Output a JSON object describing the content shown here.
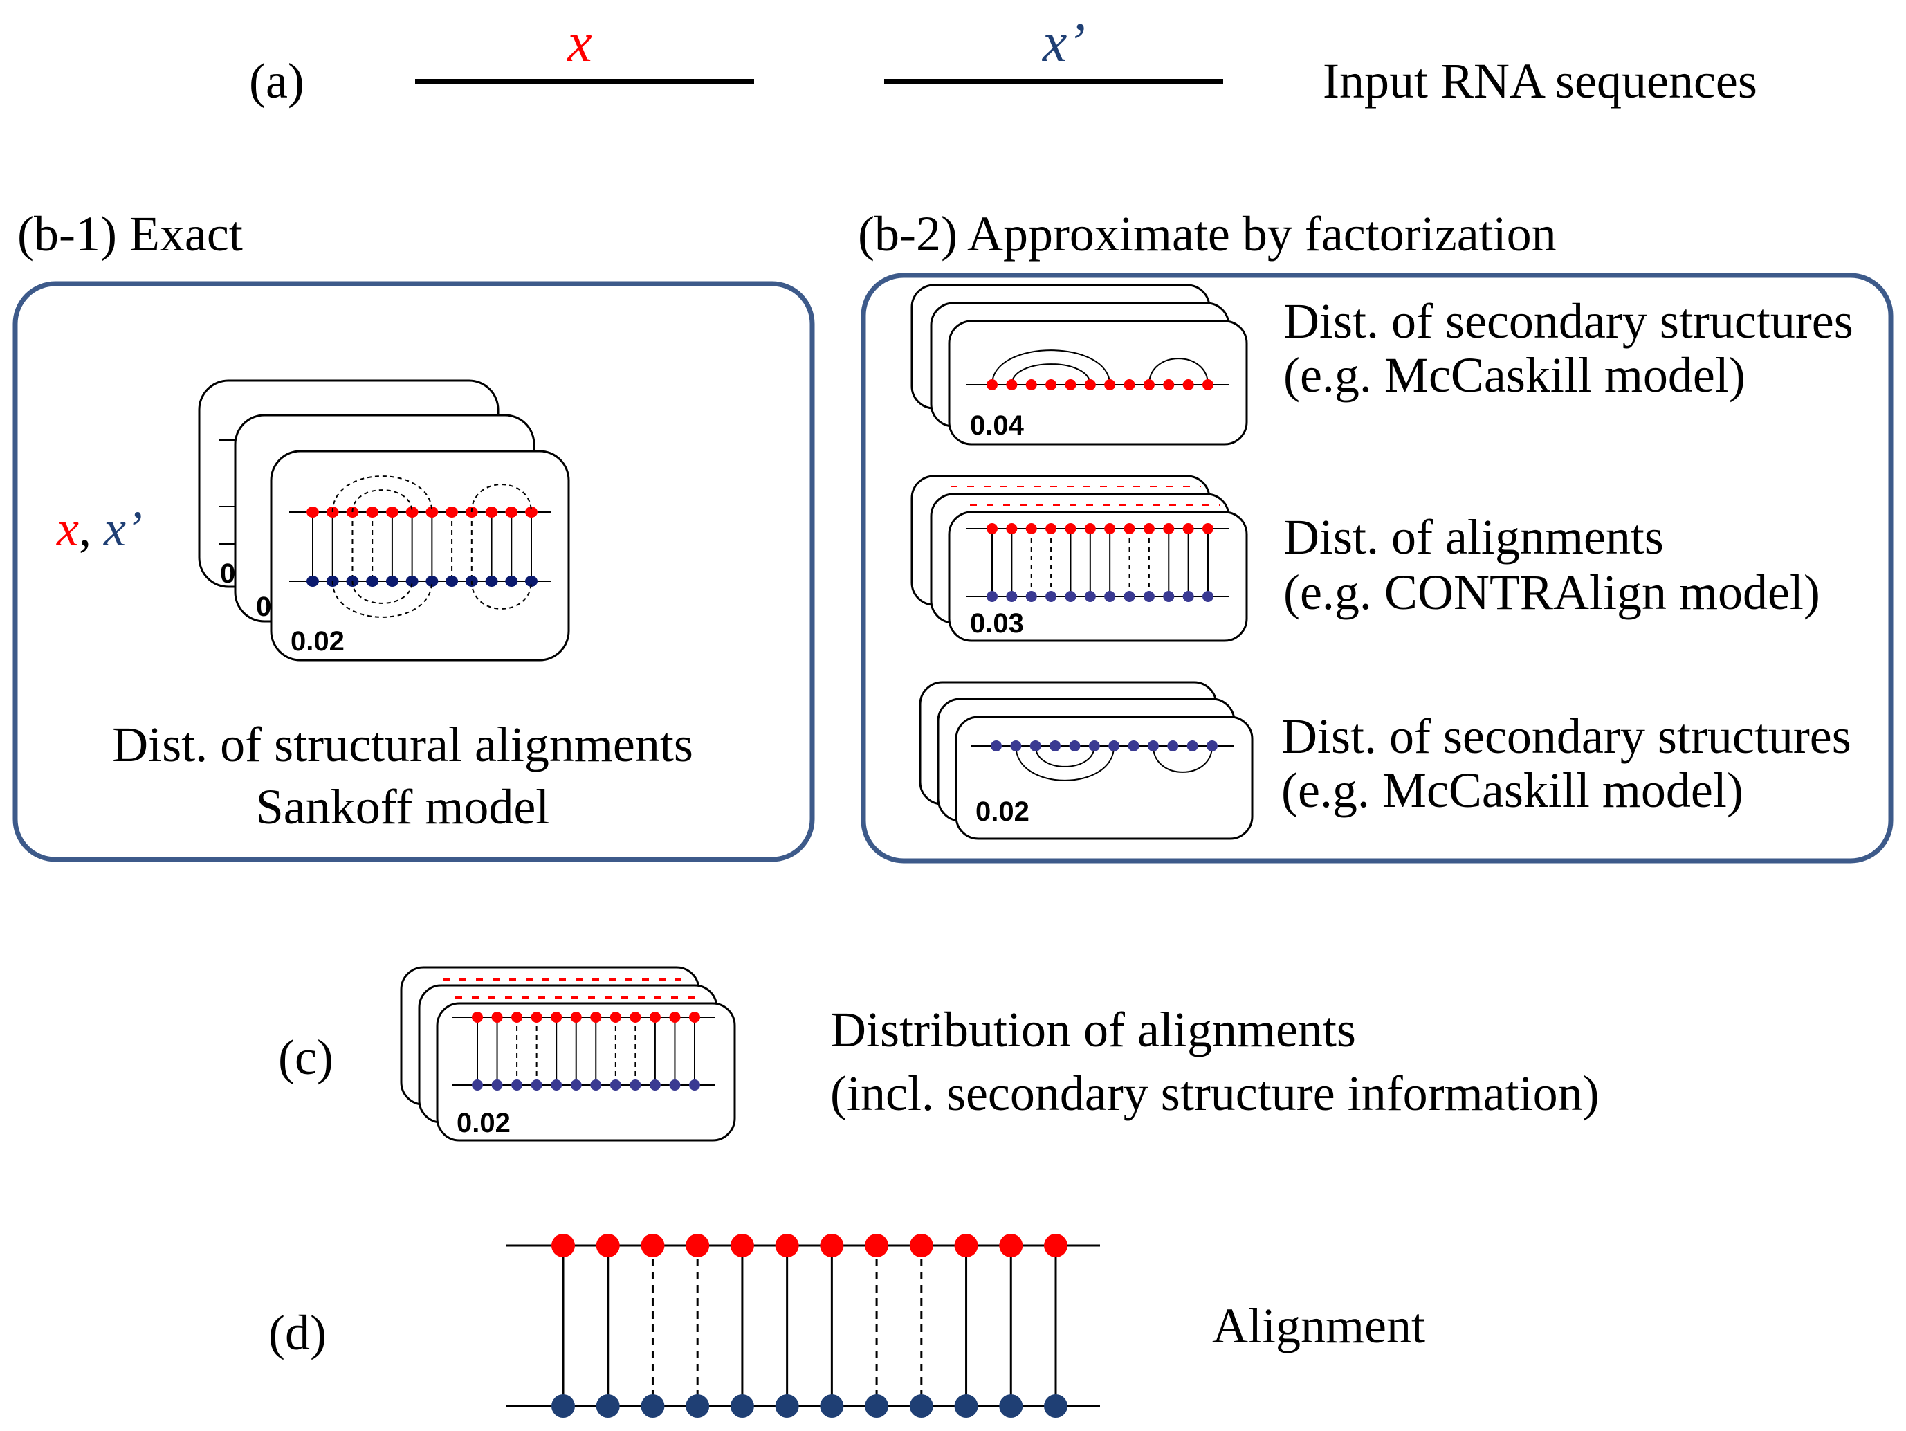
{
  "colors": {
    "red": "#ff0000",
    "blue": "#1f3f74",
    "navy": "#0b1a6e",
    "purple_blue": "#3a3a92",
    "panel_border": "#3d5a8a",
    "ink": "#000000"
  },
  "panel_a": {
    "label": "(a)",
    "seq_x": "x",
    "seq_xp": "x’",
    "caption": "Input RNA sequences"
  },
  "panel_b1": {
    "title": "(b-1) Exact",
    "input_x": "x",
    "input_sep": ", ",
    "input_xp": "x’",
    "probability": "0.02",
    "back_probability_1": "0",
    "back_probability_2": "0",
    "caption_line1": "Dist. of structural alignments",
    "caption_line2": "Sankoff model"
  },
  "panel_b2": {
    "title": "(b-2) Approximate by factorization",
    "rows": [
      {
        "probability": "0.04",
        "line1": "Dist. of secondary structures",
        "line2": "(e.g. McCaskill model)"
      },
      {
        "probability": "0.03",
        "line1": "Dist. of alignments",
        "line2": "(e.g. CONTRAlign model)"
      },
      {
        "probability": "0.02",
        "line1": "Dist. of secondary structures",
        "line2": "(e.g. McCaskill model)"
      }
    ]
  },
  "panel_c": {
    "label": "(c)",
    "probability": "0.02",
    "caption_line1": "Distribution of alignments",
    "caption_line2": "(incl. secondary structure information)"
  },
  "panel_d": {
    "label": "(d)",
    "caption": "Alignment"
  },
  "alignment_pattern": {
    "nucleotides": 12,
    "connectors": [
      "solid",
      "solid",
      "dashed",
      "dashed",
      "solid",
      "solid",
      "solid",
      "dashed",
      "dashed",
      "solid",
      "solid",
      "solid"
    ]
  }
}
